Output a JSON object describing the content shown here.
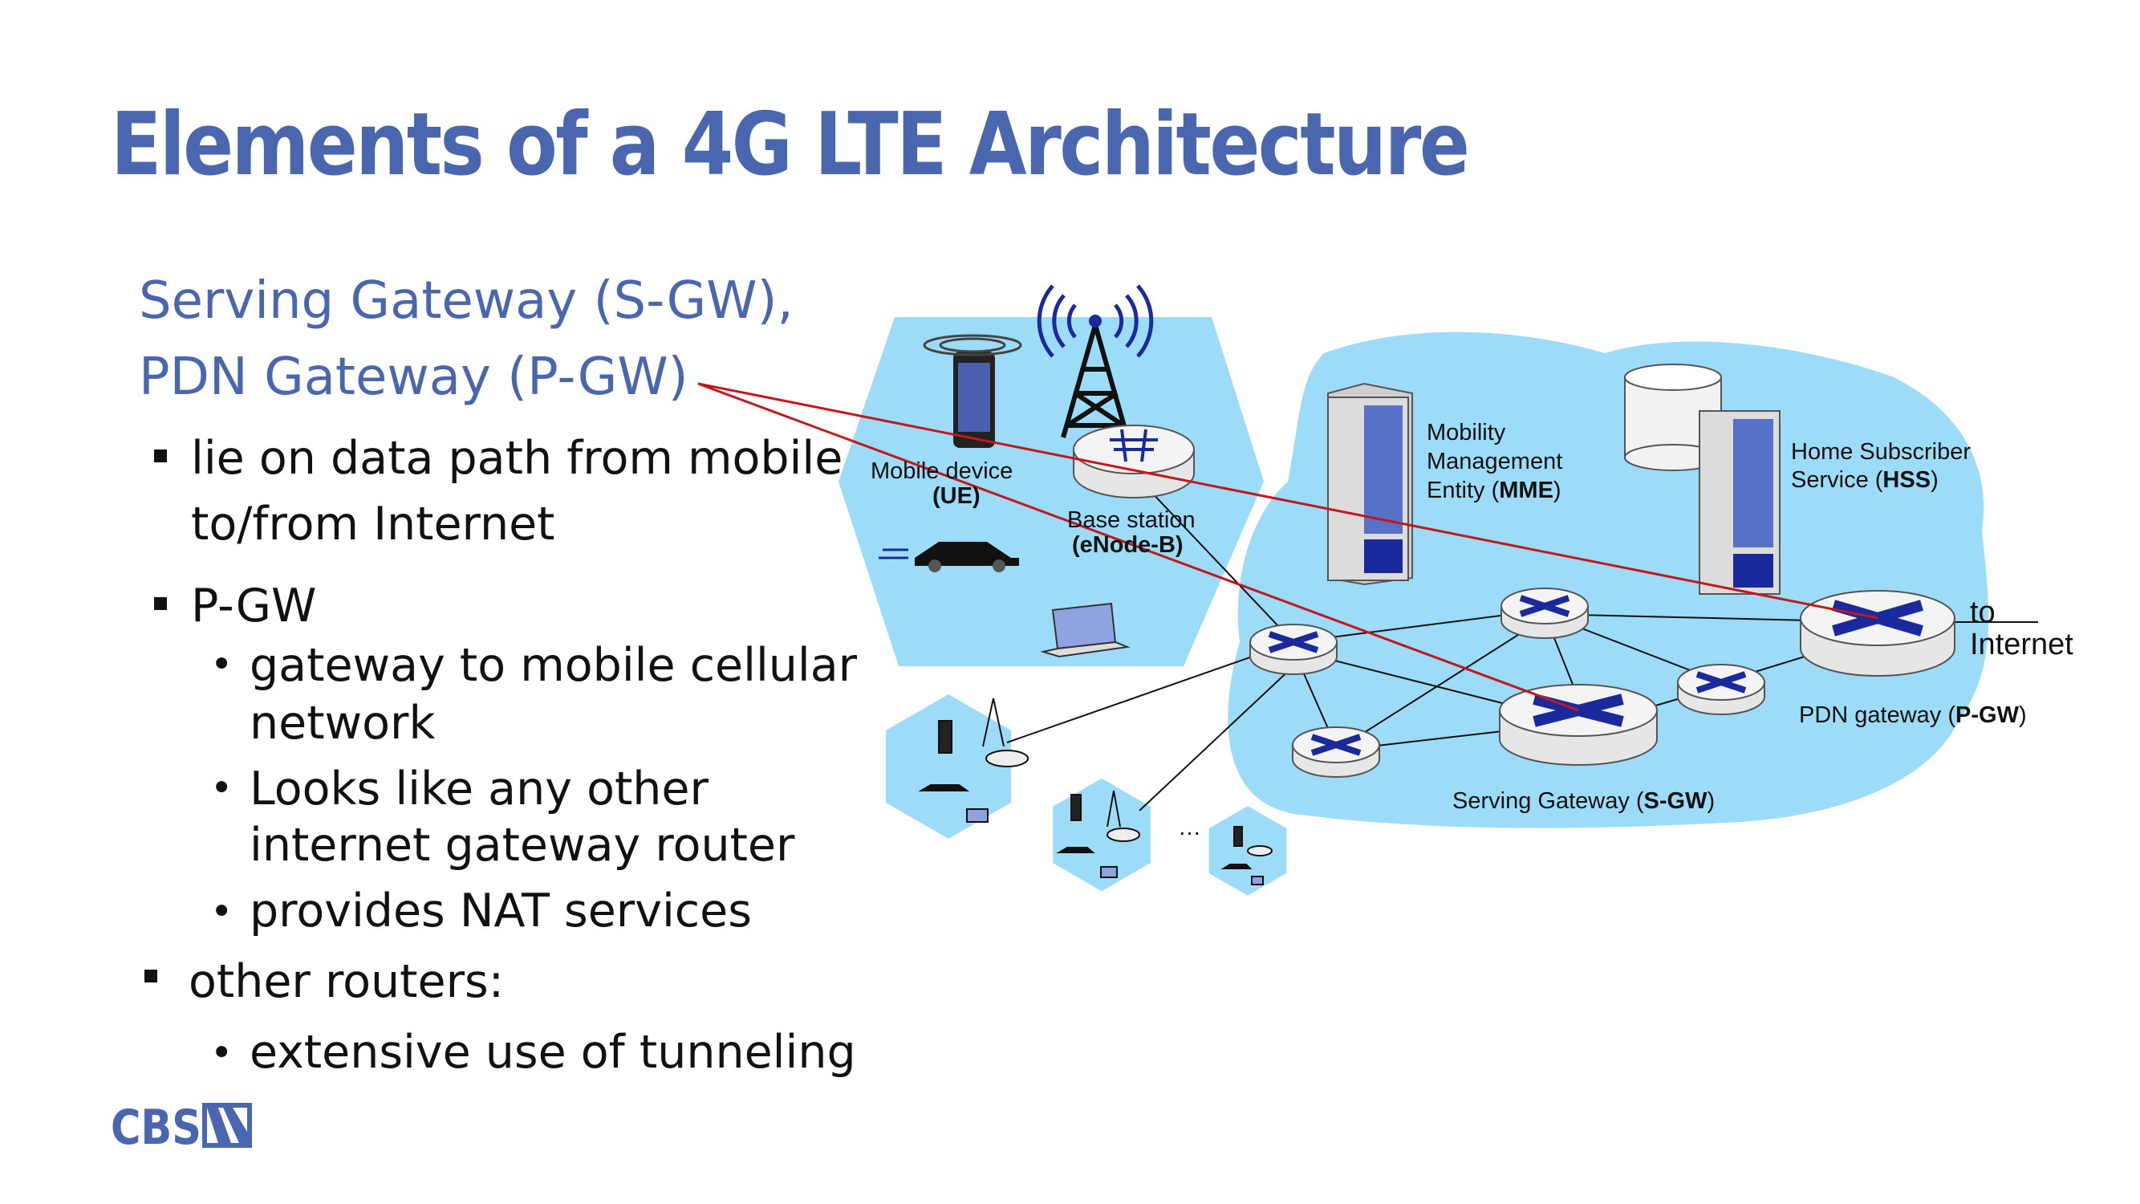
{
  "title": "Elements of a 4G LTE Architecture",
  "left": {
    "heading_line1": "Serving Gateway (S-GW),",
    "heading_line2": "PDN Gateway (P-GW)",
    "b1": "lie on data path from mobile",
    "b1_cont": "to/from Internet",
    "b2": "P-GW",
    "b2_sub1_line1": "gateway to mobile cellular",
    "b2_sub1_line2": "network",
    "b2_sub2_line1": "Looks like any other",
    "b2_sub2_line2": "internet gateway router",
    "b2_sub3": "provides NAT services",
    "b3": "other routers:",
    "b3_sub1": "extensive use of tunneling"
  },
  "diagram": {
    "ue_label": "Mobile device",
    "ue_abbr": "(UE)",
    "bs_label": "Base station",
    "bs_abbr": "(eNode-B)",
    "mme_line1": "Mobility",
    "mme_line2": "Management",
    "mme_line3_pre": "Entity (",
    "mme_abbr": "MME",
    "mme_close": ")",
    "hss_line1": "Home Subscriber",
    "hss_line2_pre": "Service (",
    "hss_abbr": "HSS",
    "hss_close": ")",
    "to": "to",
    "internet": "Internet",
    "pgw_pre": "PDN gateway (",
    "pgw_abbr": "P-GW",
    "pgw_close": ")",
    "sgw_pre": "Serving Gateway (",
    "sgw_abbr": "S-GW",
    "sgw_close": ")",
    "ellipsis": "…"
  },
  "logo_text": "CBS",
  "colors": {
    "title": "#4a66ae",
    "cloud": "#9ddcf8",
    "router_x": "#1a2a9c",
    "pointer": "#c0181c"
  }
}
